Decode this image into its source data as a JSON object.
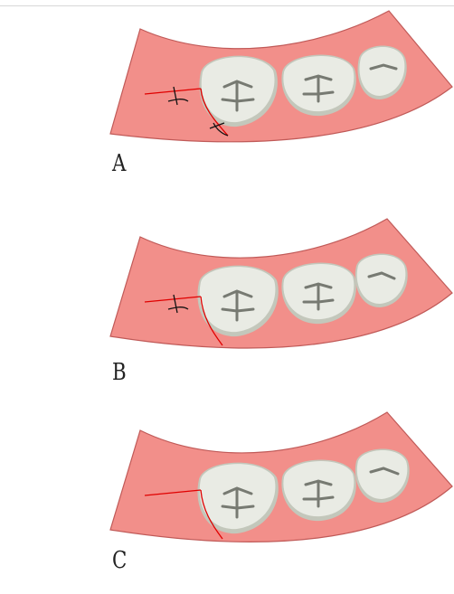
{
  "panels": [
    {
      "label": "A",
      "suture": "two-knots"
    },
    {
      "label": "B",
      "suture": "one-knot"
    },
    {
      "label": "C",
      "suture": "no-knot"
    }
  ],
  "colors": {
    "gum": "#f28f8a",
    "gum_edge": "#c05a58",
    "tooth": "#e9ebe4",
    "tooth_shadow": "#c3c7bb",
    "fissure": "#777a72",
    "incision": "#e00000",
    "suture": "#111111"
  }
}
